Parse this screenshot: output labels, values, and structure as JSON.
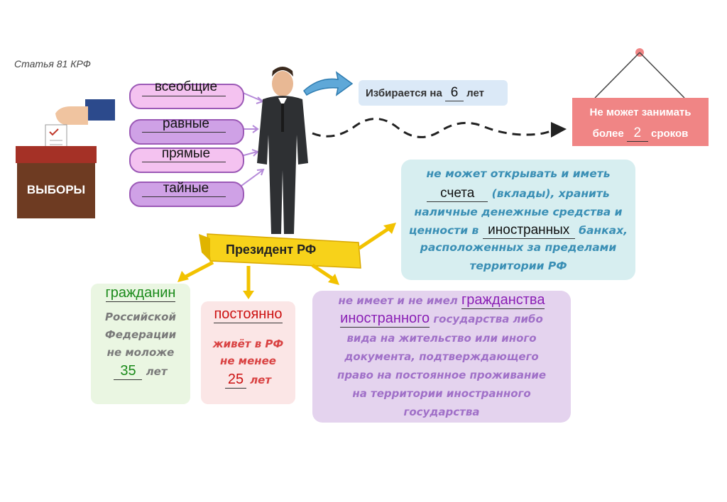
{
  "source": "Статья 81 КРФ",
  "ballot_box_label": "ВЫБОРЫ",
  "principles": [
    "всеобщие",
    "равные",
    "прямые",
    "тайные"
  ],
  "term": {
    "prefix": "Избирается на",
    "answer": "6",
    "suffix": "лет"
  },
  "sign": {
    "line1": "Не может занимать",
    "line2_prefix": "более",
    "answer": "2",
    "line2_suffix": "сроков"
  },
  "president_label": "Президент РФ",
  "restrictions": {
    "line1": "не может открывать и иметь",
    "answer1": "счета",
    "line2_suffix": "(вклады), хранить",
    "line3": "наличные денежные средства и",
    "line4_prefix": "ценности в",
    "answer2": "иностранных",
    "line4_suffix": "банках,",
    "line5": "расположенных за пределами",
    "line6": "территории РФ"
  },
  "citizen": {
    "answer": "гражданин",
    "line1": "Российской",
    "line2": "Федерации",
    "line3": "не моложе",
    "age_answer": "35",
    "age_suffix": "лет"
  },
  "residence": {
    "answer": "постоянно",
    "line1": "живёт в РФ",
    "line2": "не менее",
    "years_answer": "25",
    "years_suffix": "лет"
  },
  "foreign": {
    "line1_prefix": "не имеет и не имел",
    "answer1": "гражданства",
    "answer2": "иностранного",
    "line2_suffix": "государства либо",
    "line3": "вида на жительство или иного",
    "line4": "документа, подтверждающего",
    "line5": "право на постоянное проживание",
    "line6": "на территории иностранного",
    "line7": "государства"
  },
  "colors": {
    "answer_default": "#111111",
    "answer_green": "#1a8a1a",
    "answer_red": "#cc1111",
    "answer_purple": "#8a1fb5",
    "banner": "#f7d21a",
    "arrows": "#f2c200"
  }
}
